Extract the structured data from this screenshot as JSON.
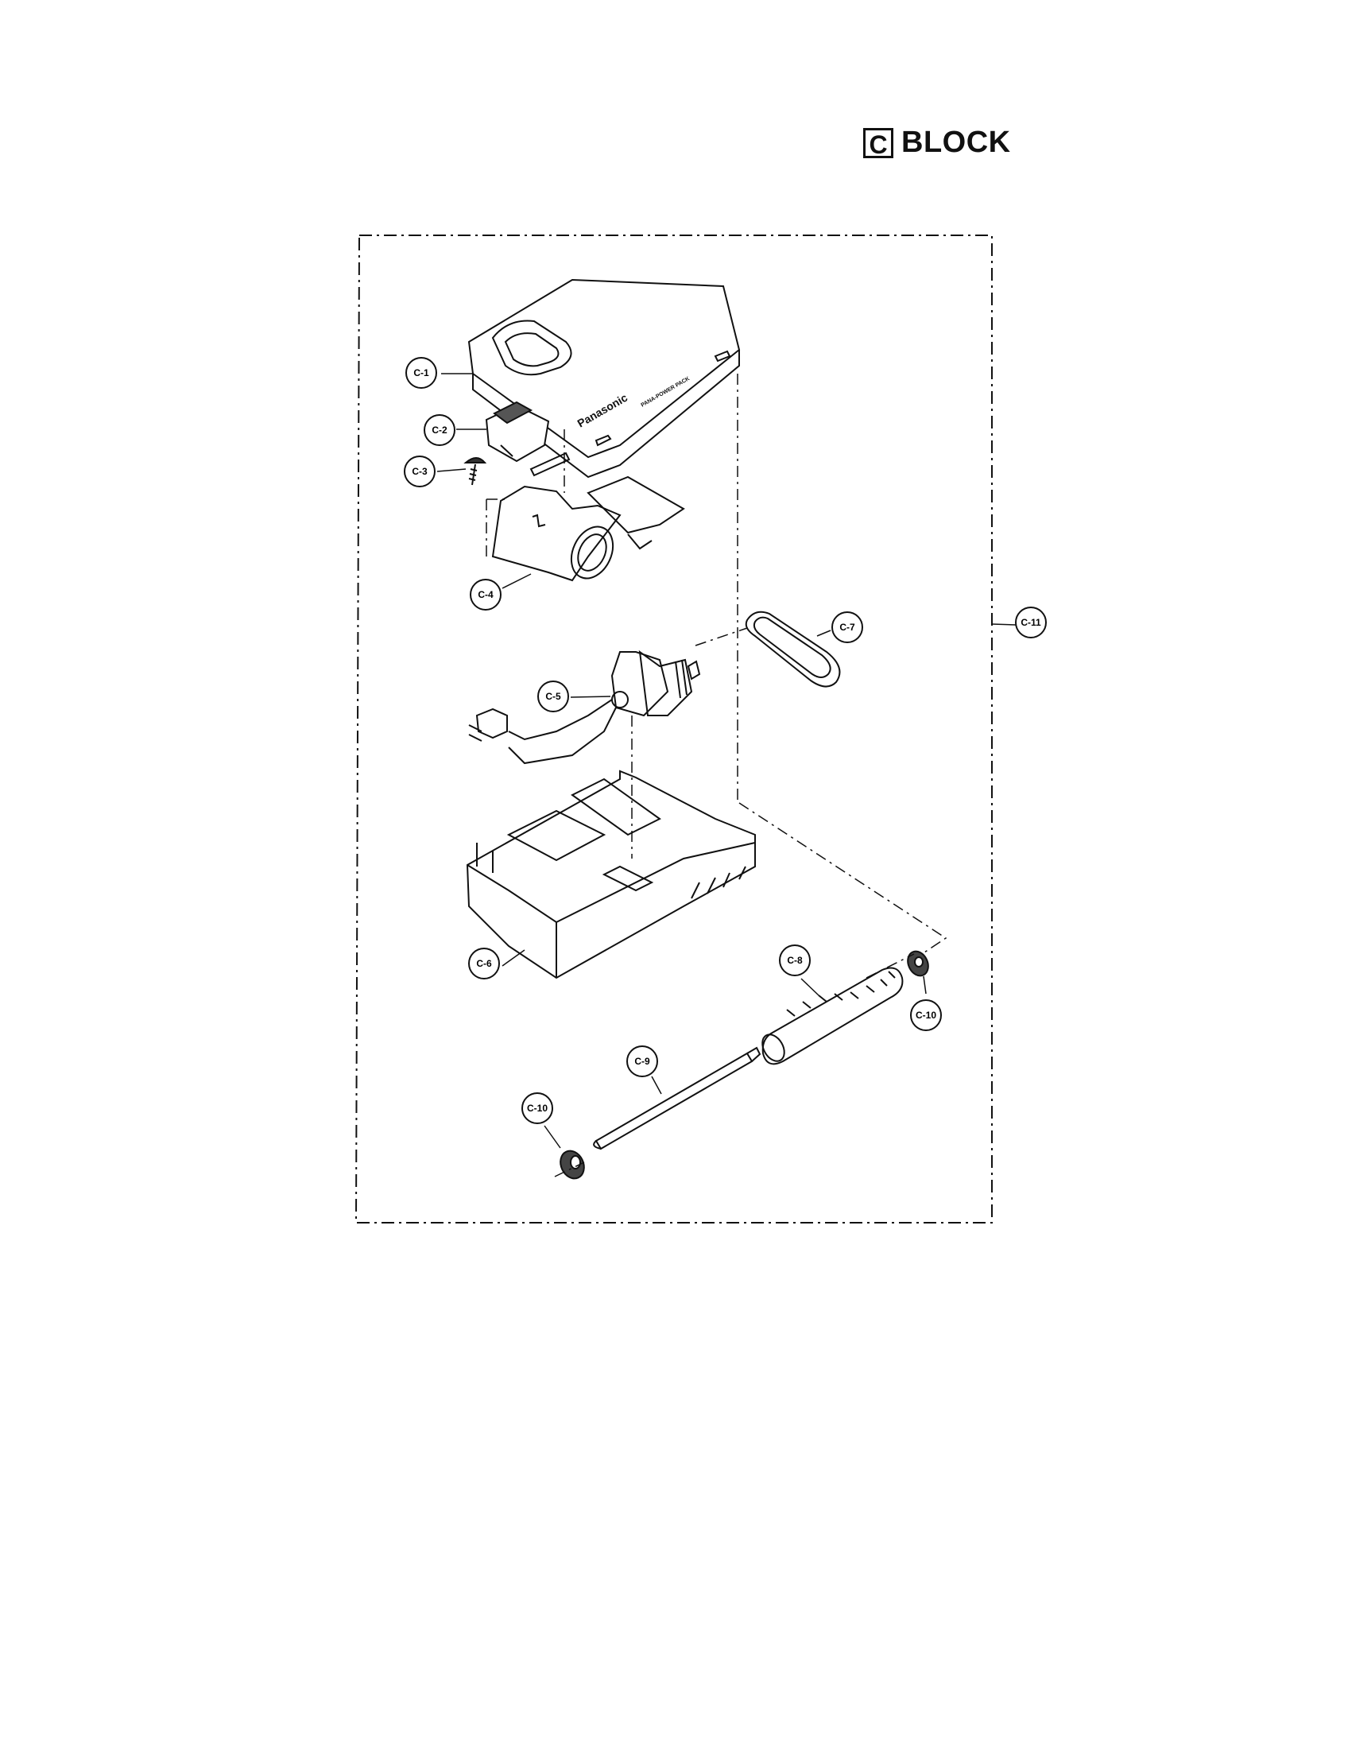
{
  "header": {
    "block_letter": "C",
    "block_word": "BLOCK"
  },
  "diagram": {
    "brand_text": "Panasonic",
    "model_text": "PANA-POWER PACK",
    "parts": [
      {
        "id": "c1",
        "label": "C-1"
      },
      {
        "id": "c2",
        "label": "C-2"
      },
      {
        "id": "c3",
        "label": "C-3"
      },
      {
        "id": "c4",
        "label": "C-4"
      },
      {
        "id": "c5",
        "label": "C-5"
      },
      {
        "id": "c6",
        "label": "C-6"
      },
      {
        "id": "c7",
        "label": "C-7"
      },
      {
        "id": "c8",
        "label": "C-8"
      },
      {
        "id": "c9",
        "label": "C-9"
      },
      {
        "id": "c10a",
        "label": "C-10"
      },
      {
        "id": "c10b",
        "label": "C-10"
      },
      {
        "id": "c11",
        "label": "C-11"
      }
    ]
  }
}
